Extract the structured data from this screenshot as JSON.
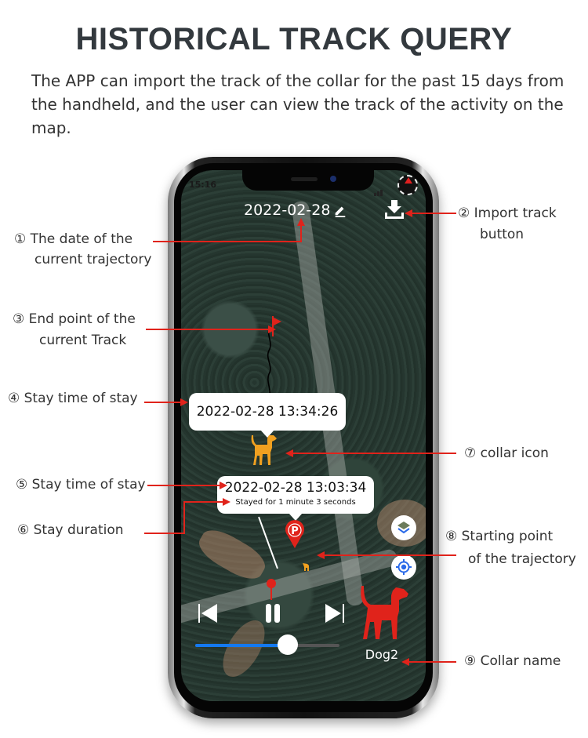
{
  "header": {
    "title": "HISTORICAL TRACK QUERY",
    "description": "The APP can import the track of the collar for the past 15 days from the handheld, and the user can view the track of the activity on the map."
  },
  "phone": {
    "status_time": "15:16",
    "track_date": "2022-02-28",
    "popup_end": {
      "datetime": "2022-02-28 13:34:26"
    },
    "popup_stay": {
      "datetime": "2022-02-28 13:03:34",
      "duration": "Stayed for 1 minute 3 seconds"
    },
    "collar_name": "Dog2",
    "slider": {
      "progress_percent": 64
    },
    "colors": {
      "accent": "#1479f0",
      "collar_icon": "#f0a020",
      "dog_red": "#e0231b"
    }
  },
  "annotations": {
    "a1": {
      "line1": "① The date of the",
      "line2": "current trajectory"
    },
    "a2": {
      "line1": "② Import track",
      "line2": "button"
    },
    "a3": {
      "line1": "③  End point of the",
      "line2": "current Track"
    },
    "a4": {
      "line1": "④ Stay time of stay"
    },
    "a5": {
      "line1": "⑤ Stay time of stay"
    },
    "a6": {
      "line1": "⑥ Stay duration"
    },
    "a7": {
      "line1": "⑦  collar icon"
    },
    "a8": {
      "line1": "⑧ Starting point",
      "line2": "of the trajectory"
    },
    "a9": {
      "line1": "⑨ Collar name"
    }
  }
}
